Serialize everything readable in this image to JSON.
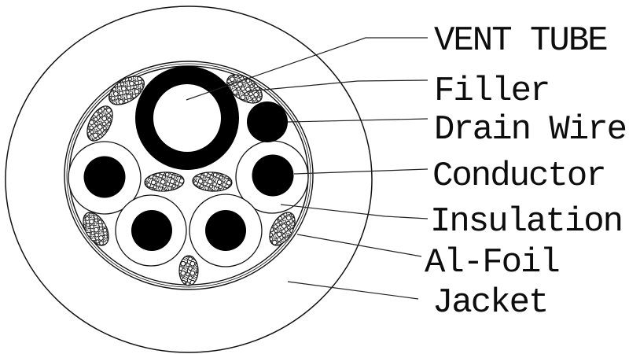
{
  "legend": {
    "items": [
      {
        "id": "vent-tube",
        "text": "VENT TUBE"
      },
      {
        "id": "filler",
        "text": "Filler"
      },
      {
        "id": "drain-wire",
        "text": "Drain Wire"
      },
      {
        "id": "conductor",
        "text": "Conductor"
      },
      {
        "id": "insulation",
        "text": "Insulation"
      },
      {
        "id": "al-foil",
        "text": "Al-Foil"
      },
      {
        "id": "jacket",
        "text": "Jacket"
      }
    ]
  },
  "colors": {
    "ink": "#000000",
    "background": "#ffffff"
  }
}
